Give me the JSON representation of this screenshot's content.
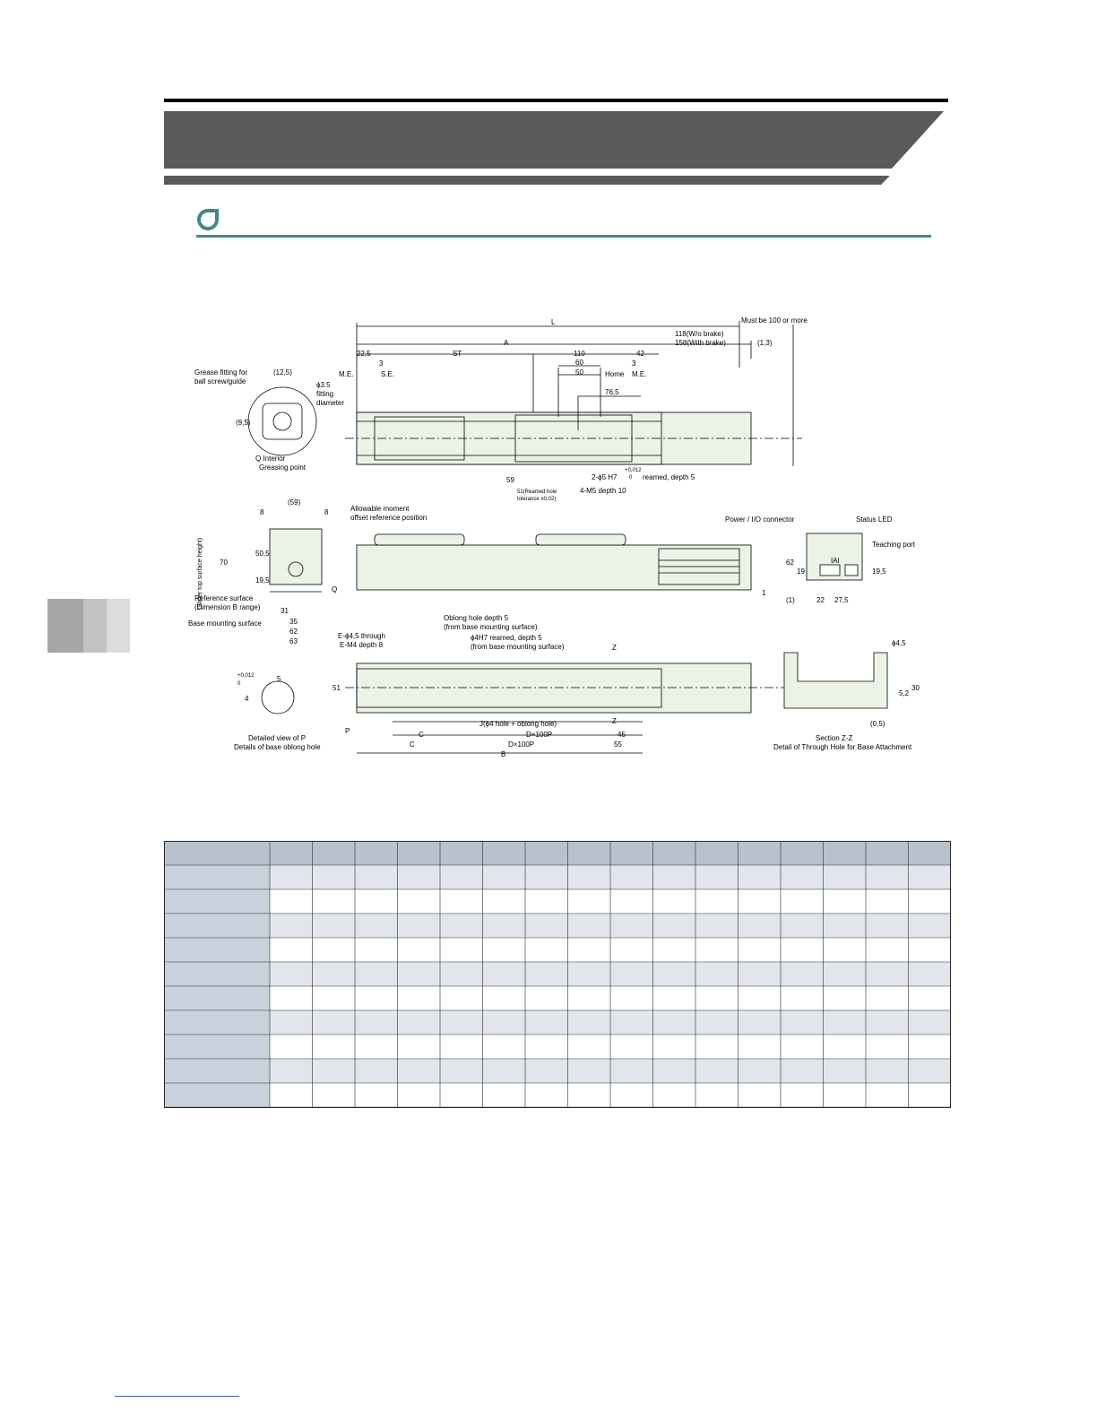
{
  "header": {
    "banner_color": "#5a5a5a",
    "band_color": "#5a5a5a",
    "accent": "#3f8a88"
  },
  "side_tab": {
    "colors": [
      "#a6a6a6",
      "#c2c2c2",
      "#dcdcdc"
    ]
  },
  "drawing": {
    "L": "L",
    "must_be": "Must be 100 or more",
    "wo_brake": "118(W/o brake)",
    "with_brake": "158(With brake)",
    "d13": "(1,3)",
    "A": "A",
    "d225": "22,5",
    "ST": "ST",
    "d110": "110",
    "d42": "42",
    "d3a": "3",
    "d3b": "3",
    "me1": "M.E.",
    "se": "S.E.",
    "d60": "60",
    "d50": "50",
    "home": "Home",
    "me2": "M.E.",
    "d765": "76,5",
    "grease": "Grease fitting for",
    "grease2": "ball screw/guide",
    "d125": "(12,5)",
    "phi35": "ϕ3.5",
    "fitting": "fitting",
    "diameter": "diameter",
    "d95": "(9,5)",
    "q_interior": "Q Interior",
    "greasing": "Greasing point",
    "d59": "59",
    "reamed_tol": "51(Reamed hole",
    "reamed_tol2": "tolerance ±0,02)",
    "phi5": "2-ϕ5 H7",
    "tol012": "+0,012",
    "tol0": "0",
    "reamed5": "reamed, depth 5",
    "m5": "4-M5 depth 10",
    "d59p": "(59)",
    "d8a": "8",
    "d8b": "8",
    "allow": "Allowable moment",
    "allow2": "offset reference position",
    "d70": "70",
    "slider_top": "(Slider top surface height)",
    "d505": "50,5",
    "d195": "19,5",
    "q": "Q",
    "ref_surface": "Reference surface",
    "dim_b": "(Dimension B range)",
    "base_mount": "Base mounting surface",
    "d31": "31",
    "d35": "35",
    "d62": "62",
    "d63": "63",
    "power": "Power / I/O connector",
    "status": "Status LED",
    "teaching": "Teaching port",
    "d62b": "62",
    "d19": "19",
    "d195b": "19,5",
    "d1": "1",
    "d1p": "(1)",
    "d22": "22",
    "d275": "27,5",
    "iai": "IAI",
    "e45": "E-ϕ4,5 through",
    "em4": "E-M4 depth 8",
    "oblong": "Oblong hole depth 5",
    "oblong2": "(from base mounting surface)",
    "phi4": "ϕ4H7 reamed, depth 5",
    "phi4b": "(from base mounting surface)",
    "z1": "Z",
    "z2": "Z",
    "d51": "51",
    "j": "J(ϕ4 hole + oblong hole)",
    "c1": "C",
    "d100p1": "D×100P",
    "d45": "45",
    "c2": "C",
    "d100p2": "D×100P",
    "d55": "55",
    "b": "B",
    "p": "P",
    "d5": "5",
    "tol012b": "+0,012",
    "tol0b": "0",
    "d4": "4",
    "detailed": "Detailed view of P",
    "detailed2": "Details of base oblong hole",
    "phi45": "ϕ4,5",
    "d52": "5,2",
    "d30": "30",
    "d05": "(0,5)",
    "section": "Section Z-Z",
    "section2": "Detail of Through Hole for Base Attachment"
  },
  "table": {
    "header_fill": "#b8c2ce",
    "row_fill_a": "#e2e6ec",
    "row_fill_b": "#ffffff",
    "label_fill": "#c9d2dc",
    "border": "#2a2a2a"
  }
}
